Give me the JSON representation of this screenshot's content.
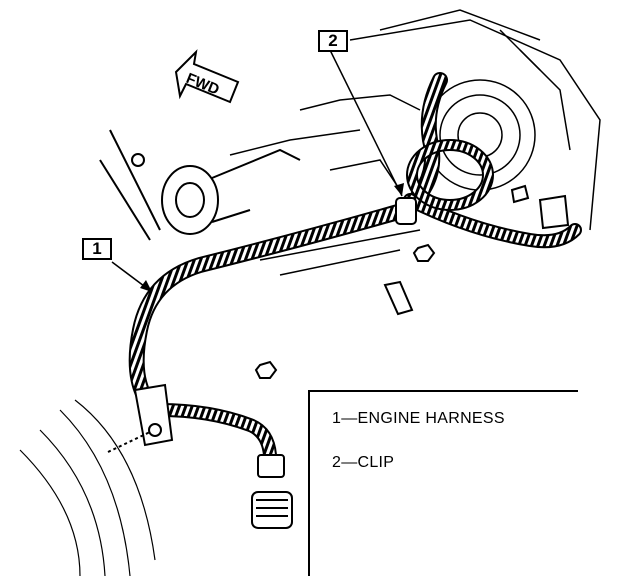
{
  "direction": {
    "label": "FWD"
  },
  "callouts": [
    {
      "number": "1"
    },
    {
      "number": "2"
    }
  ],
  "legend": {
    "items": [
      {
        "text": "1—ENGINE HARNESS"
      },
      {
        "text": "2—CLIP"
      }
    ]
  },
  "colors": {
    "ink": "#000000",
    "paper": "#ffffff"
  }
}
